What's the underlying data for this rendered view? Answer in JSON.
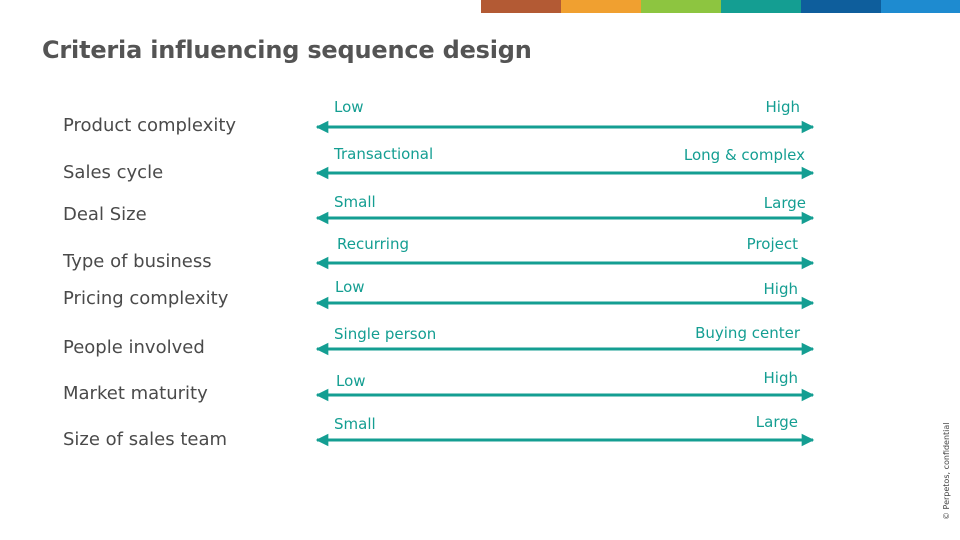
{
  "colors": {
    "accent": "#149e92",
    "topbar": [
      "#b35a34",
      "#f0a030",
      "#8dc540",
      "#149e92",
      "#0e5e9c",
      "#1e8bd0"
    ]
  },
  "title": "Criteria influencing sequence design",
  "criteria": [
    {
      "label": "Product complexity",
      "low": "Low",
      "high": "High"
    },
    {
      "label": "Sales cycle",
      "low": "Transactional",
      "high": "Long & complex"
    },
    {
      "label": "Deal Size",
      "low": "Small",
      "high": "Large"
    },
    {
      "label": "Type of business",
      "low": "Recurring",
      "high": "Project"
    },
    {
      "label": "Pricing complexity",
      "low": "Low",
      "high": "High"
    },
    {
      "label": "People involved",
      "low": "Single person",
      "high": "Buying center"
    },
    {
      "label": "Market maturity",
      "low": "Low",
      "high": "High"
    },
    {
      "label": "Size of sales team",
      "low": "Small",
      "high": "Large"
    }
  ],
  "footer": {
    "copyright": "© Perpetos, confidential"
  }
}
